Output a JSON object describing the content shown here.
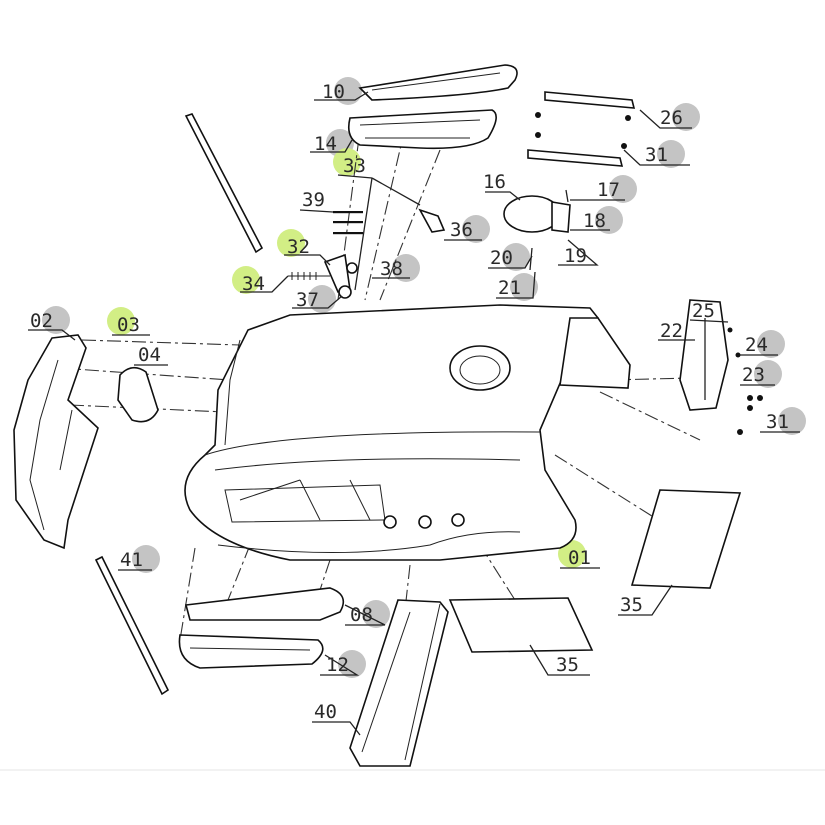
{
  "diagram": {
    "callouts": [
      {
        "id": "c10",
        "text": "10",
        "marker": "gray"
      },
      {
        "id": "c14",
        "text": "14",
        "marker": "gray"
      },
      {
        "id": "c33",
        "text": "33",
        "marker": "green"
      },
      {
        "id": "c39",
        "text": "39",
        "marker": "none"
      },
      {
        "id": "c32",
        "text": "32",
        "marker": "green"
      },
      {
        "id": "c34",
        "text": "34",
        "marker": "green"
      },
      {
        "id": "c36",
        "text": "36",
        "marker": "gray"
      },
      {
        "id": "c38",
        "text": "38",
        "marker": "gray"
      },
      {
        "id": "c37",
        "text": "37",
        "marker": "gray"
      },
      {
        "id": "c26",
        "text": "26",
        "marker": "gray"
      },
      {
        "id": "c31a",
        "text": "31",
        "marker": "gray"
      },
      {
        "id": "c16",
        "text": "16",
        "marker": "none"
      },
      {
        "id": "c17",
        "text": "17",
        "marker": "gray"
      },
      {
        "id": "c18",
        "text": "18",
        "marker": "gray"
      },
      {
        "id": "c20",
        "text": "20",
        "marker": "gray"
      },
      {
        "id": "c19",
        "text": "19",
        "marker": "none"
      },
      {
        "id": "c21",
        "text": "21",
        "marker": "gray"
      },
      {
        "id": "c02",
        "text": "02",
        "marker": "gray"
      },
      {
        "id": "c03",
        "text": "03",
        "marker": "green"
      },
      {
        "id": "c04",
        "text": "04",
        "marker": "none"
      },
      {
        "id": "c25",
        "text": "25",
        "marker": "none"
      },
      {
        "id": "c22",
        "text": "22",
        "marker": "none"
      },
      {
        "id": "c24",
        "text": "24",
        "marker": "gray"
      },
      {
        "id": "c23",
        "text": "23",
        "marker": "gray"
      },
      {
        "id": "c31b",
        "text": "31",
        "marker": "gray"
      },
      {
        "id": "c01",
        "text": "01",
        "marker": "green"
      },
      {
        "id": "c35a",
        "text": "35",
        "marker": "none"
      },
      {
        "id": "c41",
        "text": "41",
        "marker": "gray"
      },
      {
        "id": "c08",
        "text": "08",
        "marker": "gray"
      },
      {
        "id": "c12",
        "text": "12",
        "marker": "gray"
      },
      {
        "id": "c35b",
        "text": "35",
        "marker": "none"
      },
      {
        "id": "c40",
        "text": "40",
        "marker": "none"
      }
    ],
    "colors": {
      "gray_marker": "#c4c4c4",
      "green_marker": "#d2ee85",
      "line": "#222222",
      "background": "#ffffff"
    }
  }
}
